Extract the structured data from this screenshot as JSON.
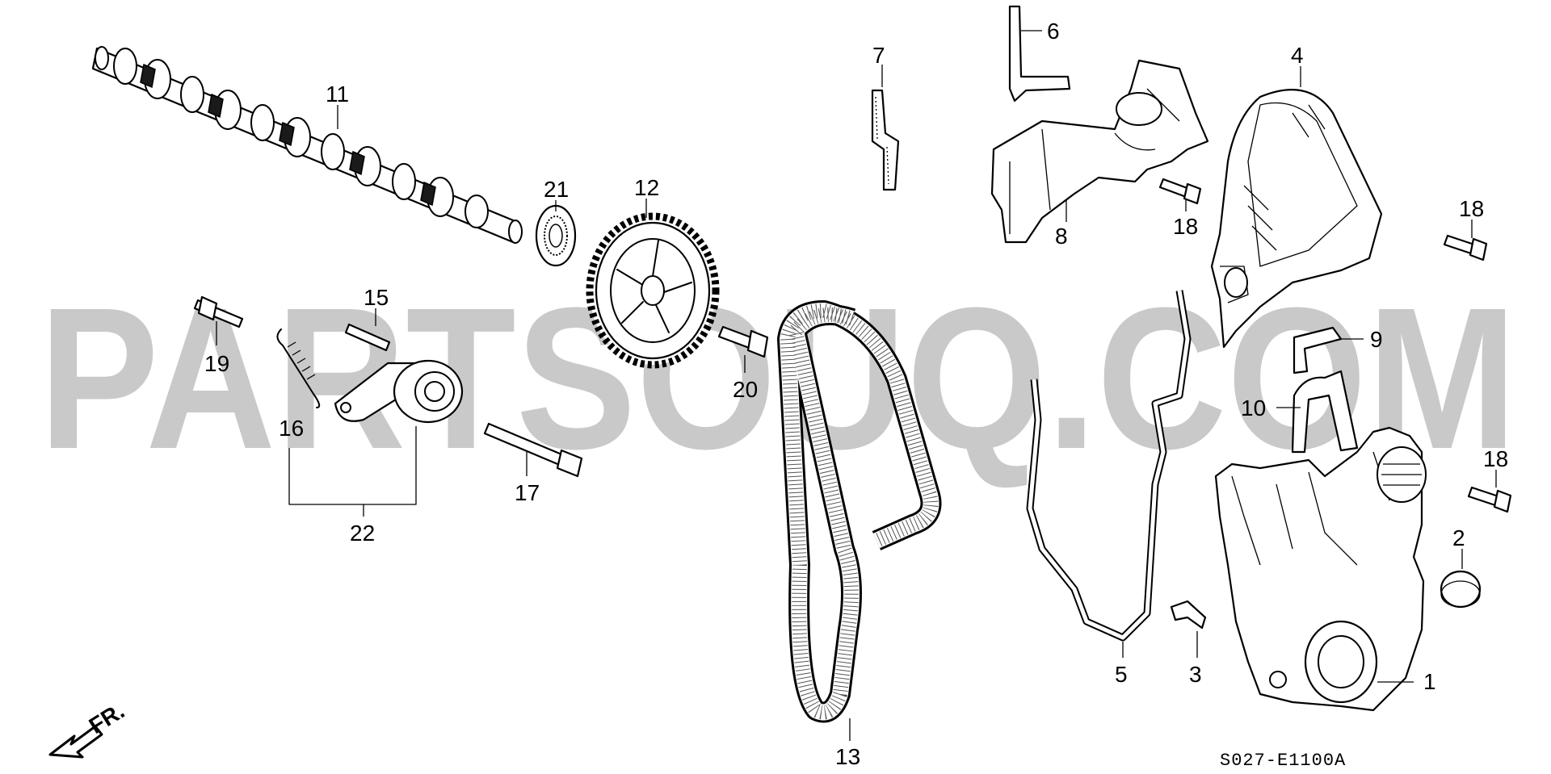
{
  "watermark": "PARTSOUQ.COM",
  "diagram_code": "S027-E1100A",
  "direction_label": "FR.",
  "callouts": {
    "c1": "1",
    "c2": "2",
    "c3": "3",
    "c4": "4",
    "c5": "5",
    "c6": "6",
    "c7": "7",
    "c8": "8",
    "c9": "9",
    "c10": "10",
    "c11": "11",
    "c12": "12",
    "c13": "13",
    "c15": "15",
    "c16": "16",
    "c17": "17",
    "c18a": "18",
    "c18b": "18",
    "c18c": "18",
    "c19": "19",
    "c20": "20",
    "c21": "21",
    "c22": "22"
  },
  "icons": {
    "direction": "front-direction-arrow-icon"
  }
}
